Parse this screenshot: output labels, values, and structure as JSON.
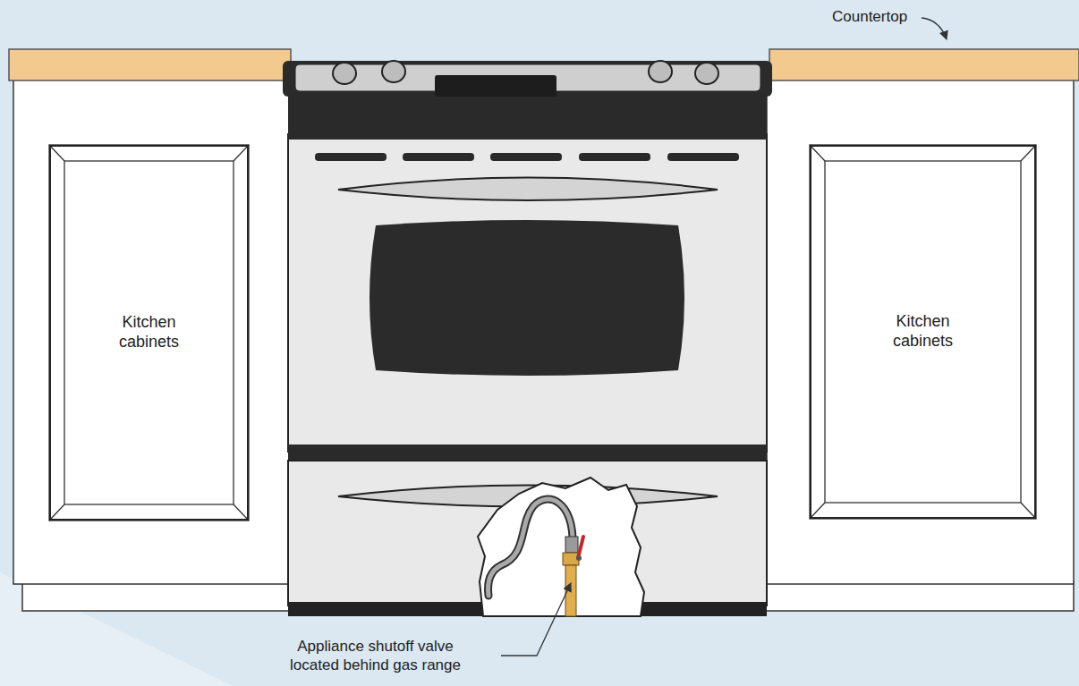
{
  "diagram": {
    "nodes": [
      {
        "text": [
          "Kitchen cabinets"
        ]
      },
      {
        "text": [
          "Kitchen cabinets"
        ]
      }
    ],
    "labels": [
      "Countertop",
      "Appliance shutoff valve located behind gas range"
    ]
  }
}
